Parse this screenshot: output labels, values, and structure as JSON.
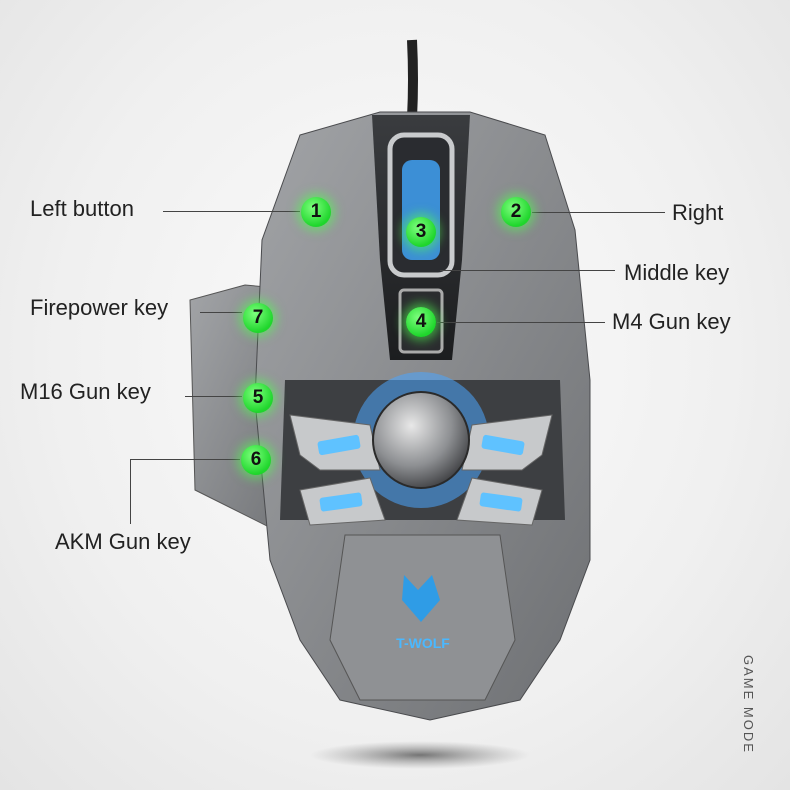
{
  "callouts": {
    "left_button": {
      "number": "1",
      "label": "Left button"
    },
    "right": {
      "number": "2",
      "label": "Right"
    },
    "middle_key": {
      "number": "3",
      "label": "Middle key"
    },
    "m4_gun_key": {
      "number": "4",
      "label": "M4 Gun key"
    },
    "m16_gun_key": {
      "number": "5",
      "label": "M16 Gun key"
    },
    "akm_gun_key": {
      "number": "6",
      "label": "AKM Gun key"
    },
    "firepower_key": {
      "number": "7",
      "label": "Firepower key"
    }
  },
  "brand": {
    "logo_text": "T-WOLF"
  },
  "side_caption": "GAME MODE",
  "colors": {
    "badge": "#2bd83a",
    "led": "#4fb8ff",
    "body": "#8a8c8f"
  }
}
